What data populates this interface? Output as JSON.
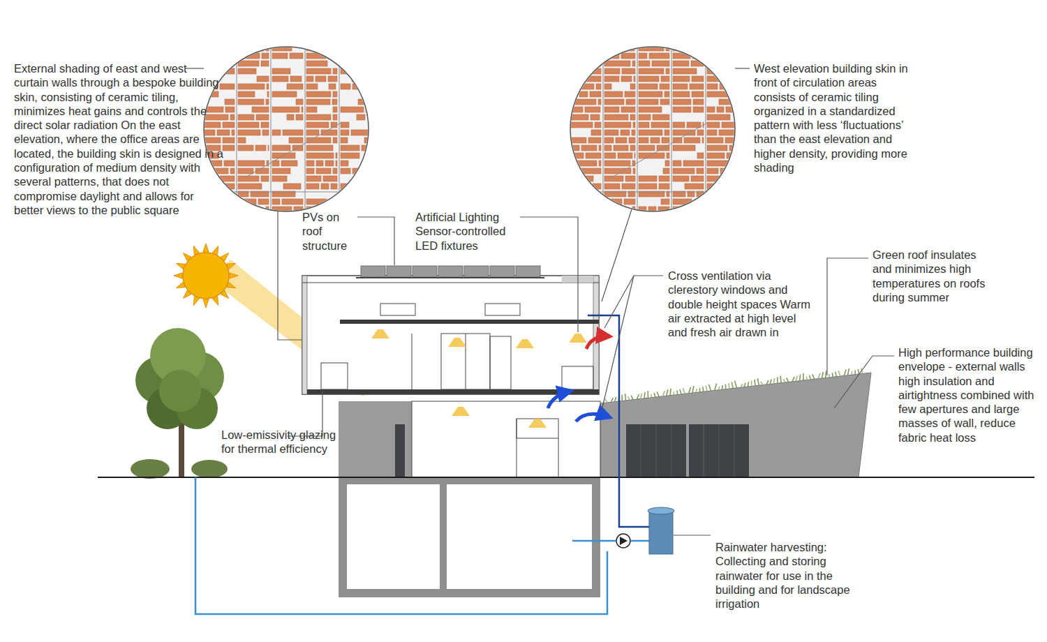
{
  "diagram": {
    "labels": [
      "External shading of east and west curtain walls through a bespoke building skin, consisting of ceramic tiling, minimizes heat gains and controls the direct solar radiation On the east elevation, where the office areas are located, the building skin is designed in a configuration of medium density with several patterns, that does not compromise daylight and allows for better views to the public square",
      "West elevation building skin in front of circulation areas consists of ceramic tiling organized in a standardized pattern with less ‘fluctuations’ than the east elevation and higher density, providing more shading",
      "PVs on roof structure",
      "Artificial Lighting Sensor-controlled LED fixtures",
      "Cross ventilation via clerestory windows and double height spaces Warm air extracted at high level and fresh air drawn in",
      "Green roof insulates and minimizes high temperatures on roofs during summer",
      "High performance building envelope - external walls high insulation and airtightness combined with few apertures and large masses of wall, reduce fabric heat loss",
      "Low-emissivity glazing for thermal efficiency",
      "Rainwater harvesting: Collecting and storing rainwater for use in the building and for landscape irrigation"
    ]
  }
}
